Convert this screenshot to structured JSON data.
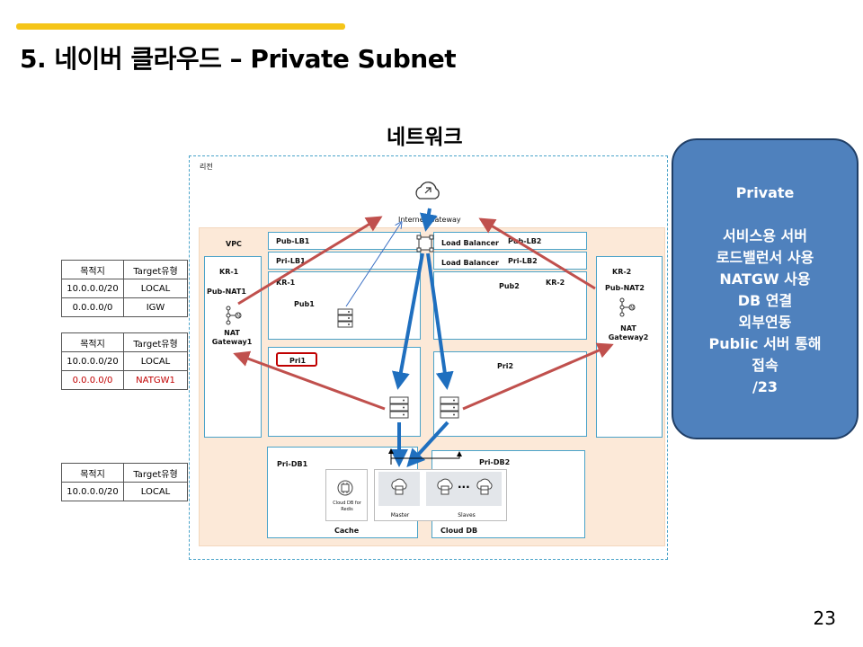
{
  "slide": {
    "title": "5. 네이버 클라우드 – Private Subnet",
    "subtitle": "네트워크",
    "page_number": "23",
    "accent_color": "#f5c518"
  },
  "diagram": {
    "region_label": "리전",
    "vpc_label": "VPC",
    "internet_gateway": "Internet Gateway",
    "subnets": {
      "pub_lb1": "Pub-LB1",
      "pub_lb2": "Pub-LB2",
      "pri_lb1": "Pri-LB1",
      "pri_lb2": "Pri-LB2",
      "load_balancer_1": "Load Balancer",
      "load_balancer_2": "Load Balancer",
      "kr1_left": "KR-1",
      "kr1_inner": "KR-1",
      "kr2_right": "KR-2",
      "kr2_inner": "KR-2",
      "pub_nat1": "Pub-NAT1",
      "pub_nat2": "Pub-NAT2",
      "nat_gateway1": "NAT Gateway1",
      "nat_gateway2": "NAT Gateway2",
      "pub1": "Pub1",
      "pub2": "Pub2",
      "pri1": "Pri1",
      "pri2": "Pri2",
      "pri_db1": "Pri-DB1",
      "pri_db2": "Pri-DB2",
      "cloud_db_redis": "Cloud DB for Redis",
      "master": "Master",
      "slaves": "Slaves",
      "cache": "Cache",
      "cloud_db": "Cloud DB"
    },
    "arrow_colors": {
      "red": "#c0504d",
      "blue": "#1f6fbf"
    }
  },
  "route_tables": [
    {
      "headers": [
        "목적지",
        "Target유형"
      ],
      "rows": [
        [
          "10.0.0.0/20",
          "LOCAL"
        ],
        [
          "0.0.0.0/0",
          "IGW"
        ]
      ]
    },
    {
      "headers": [
        "목적지",
        "Target유형"
      ],
      "rows": [
        [
          "10.0.0.0/20",
          "LOCAL"
        ],
        [
          "0.0.0.0/0",
          "NATGW1"
        ]
      ]
    },
    {
      "headers": [
        "목적지",
        "Target유형"
      ],
      "rows": [
        [
          "10.0.0.0/20",
          "LOCAL"
        ]
      ]
    }
  ],
  "note": {
    "lines": [
      "Private",
      "",
      "서비스용 서버",
      "로드밸런서 사용",
      "NATGW 사용",
      "DB 연결",
      "외부연동",
      "Public 서버 통해",
      "접속",
      "/23"
    ],
    "fill_color": "#4f81bd"
  }
}
